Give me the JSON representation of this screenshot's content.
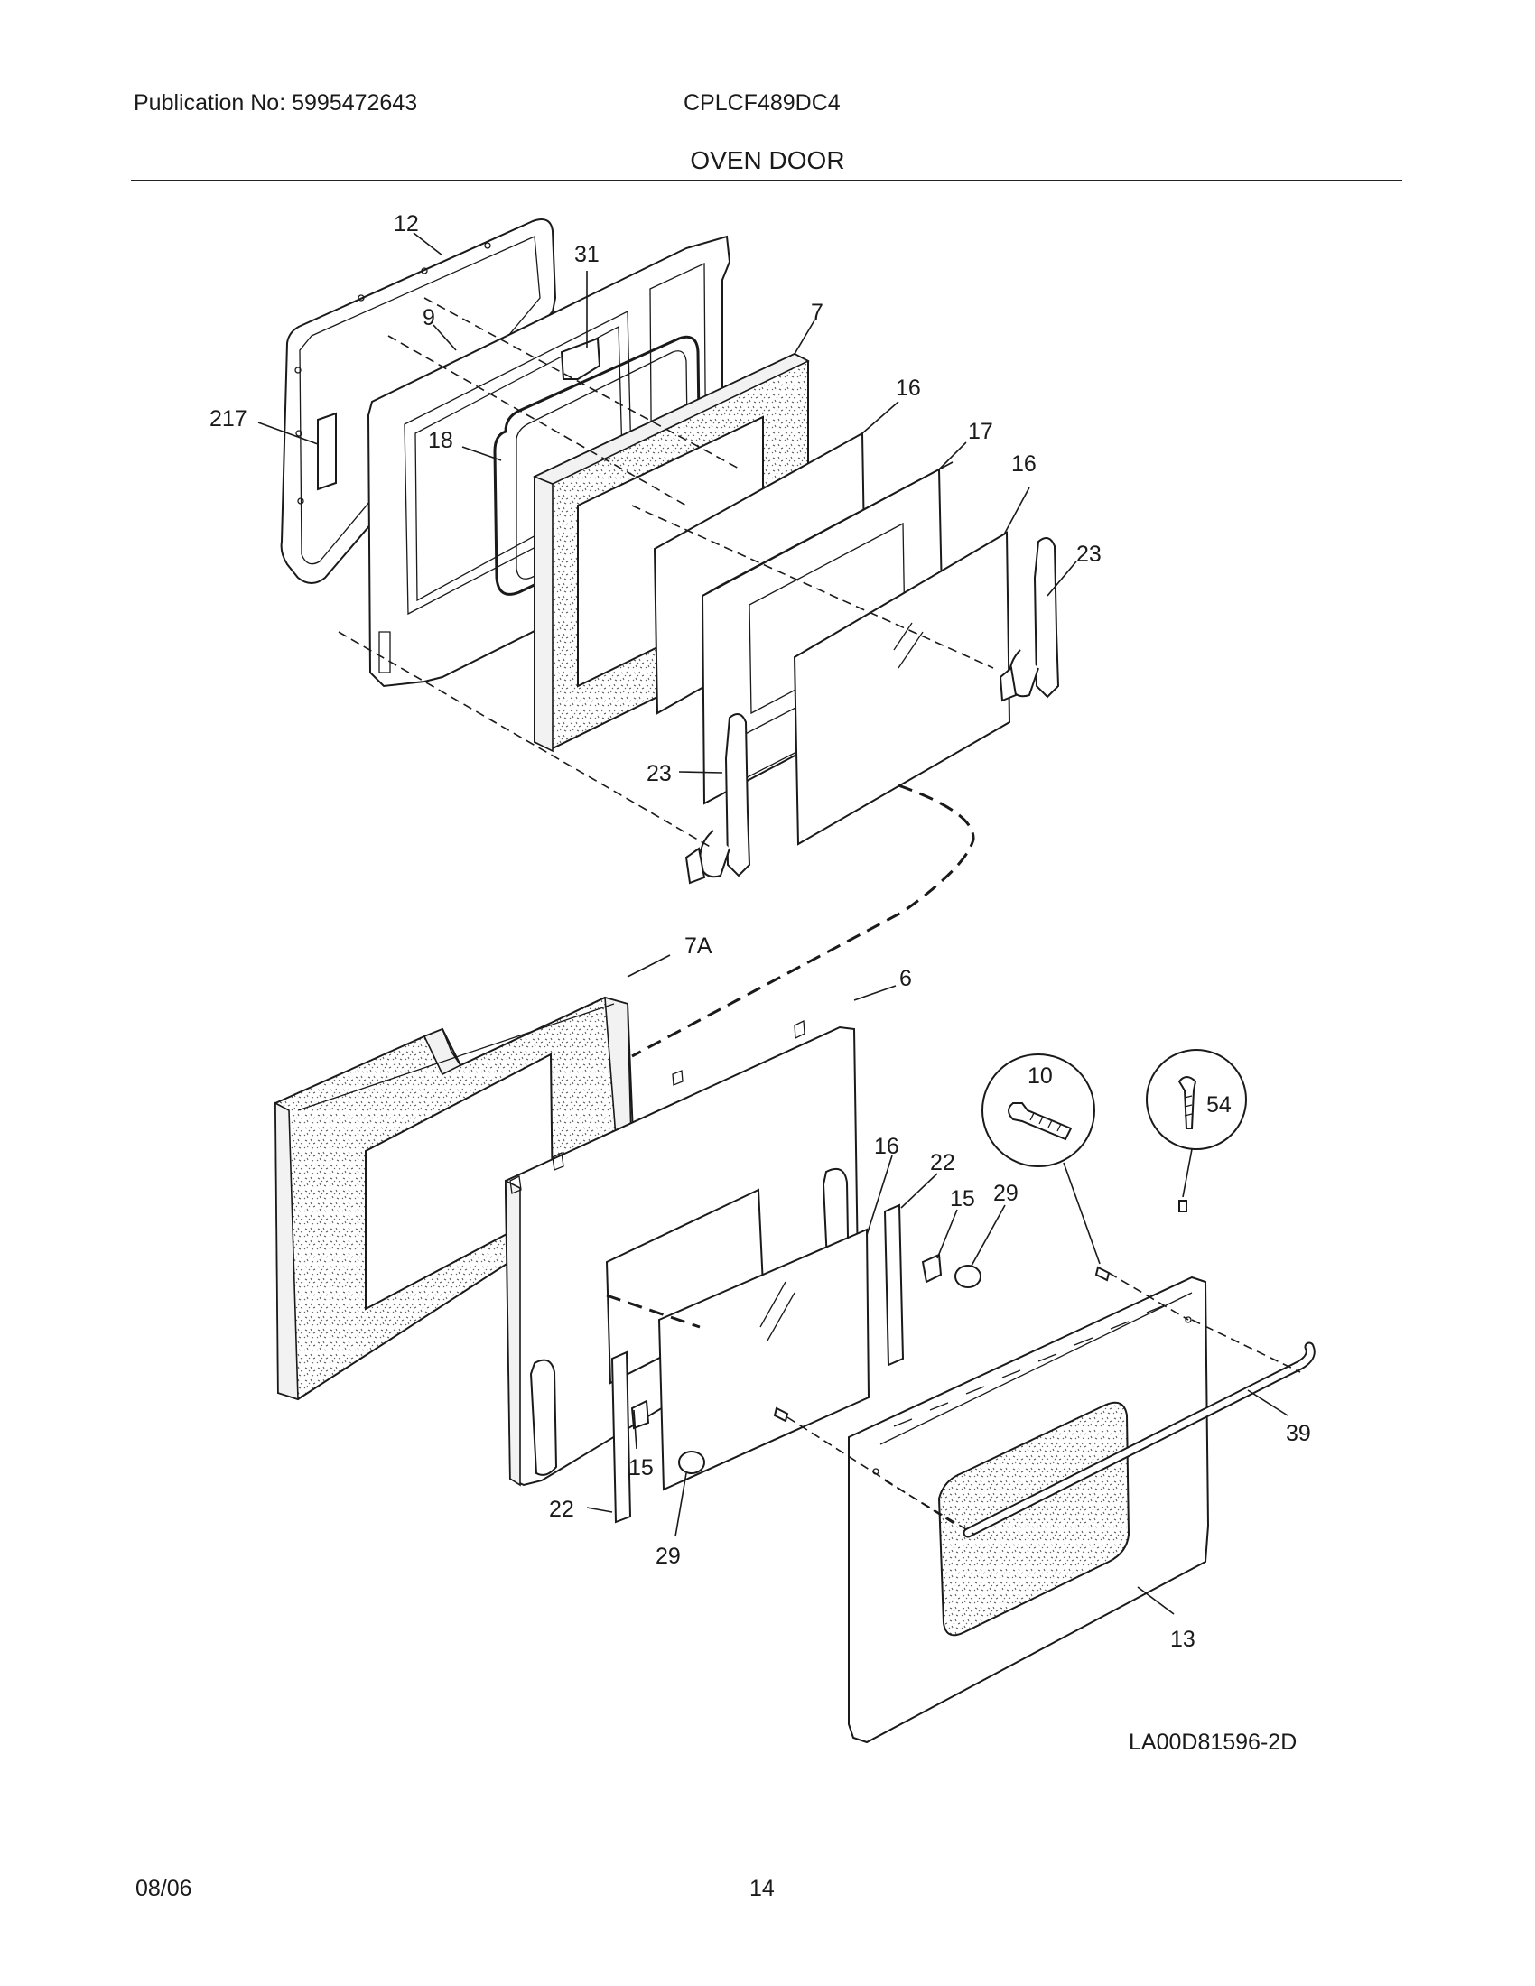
{
  "header": {
    "publication": "Publication No: 5995472643",
    "model": "CPLCF489DC4",
    "title": "OVEN DOOR"
  },
  "footer": {
    "date": "08/06",
    "page": "14"
  },
  "diagram": {
    "drawing_id": "LA00D81596-2D",
    "callouts": {
      "c12": "12",
      "c31": "31",
      "c9": "9",
      "c7": "7",
      "c217": "217",
      "c18": "18",
      "c16a": "16",
      "c17": "17",
      "c16b": "16",
      "c23a": "23",
      "c23b": "23",
      "c7a": "7A",
      "c6": "6",
      "c10": "10",
      "c54": "54",
      "c16c": "16",
      "c22a": "22",
      "c15a": "15",
      "c29a": "29",
      "c39": "39",
      "c15b": "15",
      "c22b": "22",
      "c29b": "29",
      "c13": "13"
    }
  }
}
